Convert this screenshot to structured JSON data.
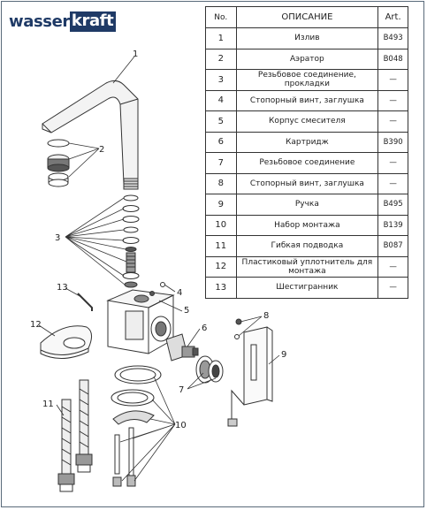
{
  "brand": {
    "part1": "wasser",
    "part2": "kraft"
  },
  "table": {
    "headers": [
      "No.",
      "ОПИСАНИЕ",
      "Art."
    ],
    "rows": [
      {
        "no": "1",
        "desc": "Излив",
        "art": "B493"
      },
      {
        "no": "2",
        "desc": "Аэратор",
        "art": "B048"
      },
      {
        "no": "3",
        "desc": "Резьбовое соединение, прокладки",
        "art": "—"
      },
      {
        "no": "4",
        "desc": "Стопорный винт, заглушка",
        "art": "—"
      },
      {
        "no": "5",
        "desc": "Корпус смесителя",
        "art": "—"
      },
      {
        "no": "6",
        "desc": "Картридж",
        "art": "B390"
      },
      {
        "no": "7",
        "desc": "Резьбовое соединение",
        "art": "—"
      },
      {
        "no": "8",
        "desc": "Стопорный винт, заглушка",
        "art": "—"
      },
      {
        "no": "9",
        "desc": "Ручка",
        "art": "B495"
      },
      {
        "no": "10",
        "desc": "Набор монтажа",
        "art": "B139"
      },
      {
        "no": "11",
        "desc": "Гибкая подводка",
        "art": "B087"
      },
      {
        "no": "12",
        "desc": "Пластиковый уплотнитель для монтажа",
        "art": "—"
      },
      {
        "no": "13",
        "desc": "Шестигранник",
        "art": "—"
      }
    ]
  },
  "callouts": [
    "1",
    "2",
    "3",
    "4",
    "5",
    "6",
    "7",
    "8",
    "9",
    "10",
    "11",
    "12",
    "13"
  ]
}
